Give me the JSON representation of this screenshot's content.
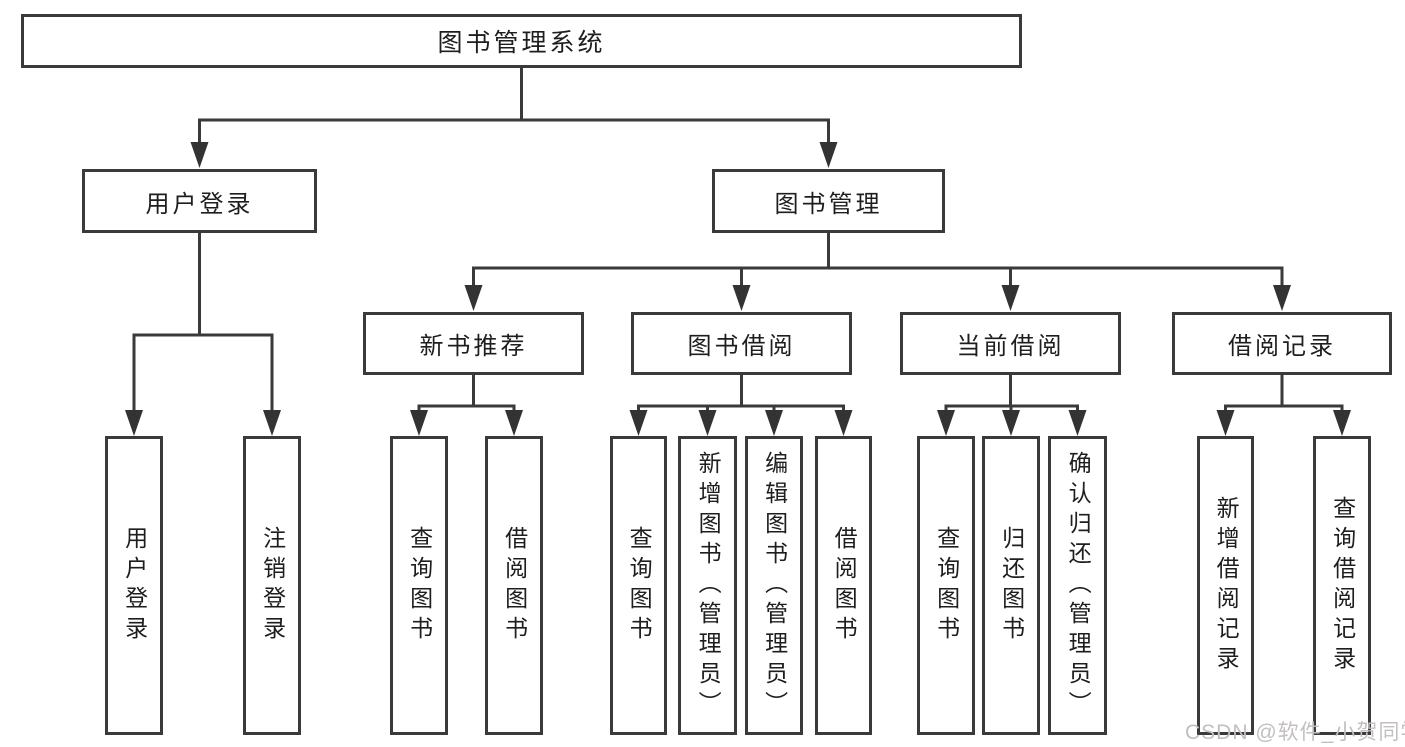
{
  "diagram": {
    "type": "tree",
    "root": {
      "label": "图书管理系统",
      "children": [
        {
          "label": "用户登录",
          "children": [
            {
              "label": "用户登录"
            },
            {
              "label": "注销登录"
            }
          ]
        },
        {
          "label": "图书管理",
          "children": [
            {
              "label": "新书推荐",
              "children": [
                {
                  "label": "查询图书"
                },
                {
                  "label": "借阅图书"
                }
              ]
            },
            {
              "label": "图书借阅",
              "children": [
                {
                  "label": "查询图书"
                },
                {
                  "label": "新增图书（管理员）"
                },
                {
                  "label": "编辑图书（管理员）"
                },
                {
                  "label": "借阅图书"
                }
              ]
            },
            {
              "label": "当前借阅",
              "children": [
                {
                  "label": "查询图书"
                },
                {
                  "label": "归还图书"
                },
                {
                  "label": "确认归还（管理员）"
                }
              ]
            },
            {
              "label": "借阅记录",
              "children": [
                {
                  "label": "新增借阅记录"
                },
                {
                  "label": "查询借阅记录"
                }
              ]
            }
          ]
        }
      ]
    }
  },
  "watermark": "CSDN @软件_小贺同学",
  "colors": {
    "line": "#3a3a3a",
    "border": "#3a3a3a",
    "text": "#1e1e1e",
    "watermark": "#c3bfbf",
    "background": "#ffffff"
  }
}
